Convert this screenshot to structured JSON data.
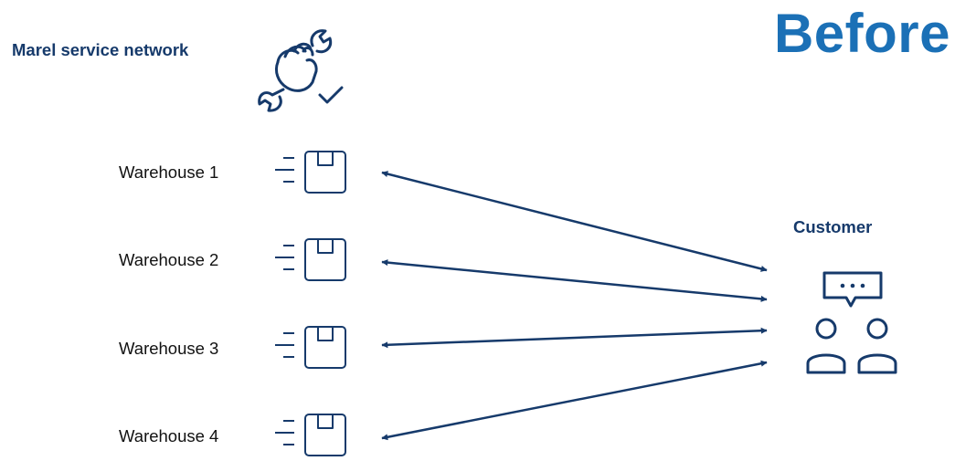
{
  "title": "Before",
  "network_label": "Marel service network",
  "customer_label": "Customer",
  "warehouses": [
    {
      "label": "Warehouse 1"
    },
    {
      "label": "Warehouse 2"
    },
    {
      "label": "Warehouse 3"
    },
    {
      "label": "Warehouse 4"
    }
  ],
  "connections": [
    {
      "from": "Warehouse 1",
      "to": "Customer",
      "direction": "bidirectional"
    },
    {
      "from": "Warehouse 2",
      "to": "Customer",
      "direction": "bidirectional"
    },
    {
      "from": "Warehouse 3",
      "to": "Customer",
      "direction": "bidirectional"
    },
    {
      "from": "Warehouse 4",
      "to": "Customer",
      "direction": "bidirectional"
    }
  ],
  "icons": {
    "service": "hand-wrench-check-icon",
    "warehouse": "fast-box-icon",
    "customer": "users-chat-icon"
  },
  "colors": {
    "title": "#1b70b6",
    "dark_blue": "#163a6b",
    "text": "#111111"
  }
}
